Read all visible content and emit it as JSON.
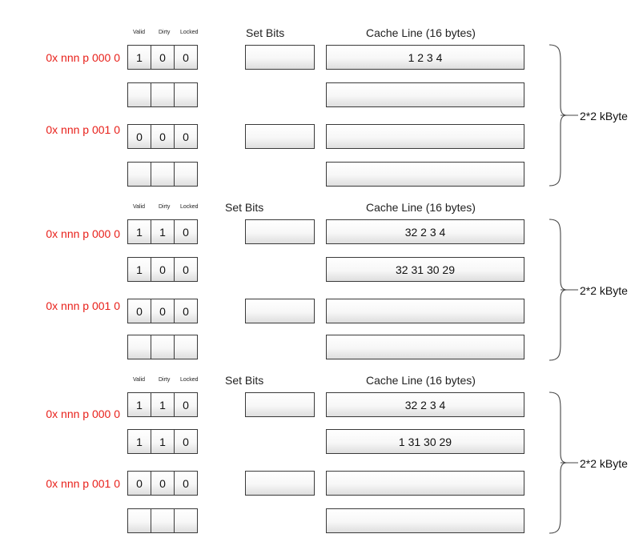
{
  "sections": [
    {
      "headers": {
        "valid": "Valid",
        "dirty": "Dirty",
        "locked": "Locked",
        "set_bits": "Set Bits",
        "cache_line": "Cache Line (16 bytes)"
      },
      "size_label": "2*2 kByte",
      "rows": [
        {
          "address": "0x nnn p 000 0",
          "bits": [
            "1",
            "0",
            "0"
          ],
          "set_bits": "",
          "cache_line": "1 2 3 4"
        },
        {
          "address": "",
          "bits": [
            "",
            "",
            ""
          ],
          "set_bits": null,
          "cache_line": ""
        },
        {
          "address": "0x nnn p 001 0",
          "bits": [
            "0",
            "0",
            "0"
          ],
          "set_bits": "",
          "cache_line": ""
        },
        {
          "address": "",
          "bits": [
            "",
            "",
            ""
          ],
          "set_bits": null,
          "cache_line": ""
        }
      ]
    },
    {
      "headers": {
        "valid": "Valid",
        "dirty": "Dirty",
        "locked": "Locked",
        "set_bits": "Set Bits",
        "cache_line": "Cache Line (16 bytes)"
      },
      "size_label": "2*2 kByte",
      "rows": [
        {
          "address": "0x nnn p 000 0",
          "bits": [
            "1",
            "1",
            "0"
          ],
          "set_bits": "",
          "cache_line": "32 2 3 4"
        },
        {
          "address": "",
          "bits": [
            "1",
            "0",
            "0"
          ],
          "set_bits": null,
          "cache_line": "32 31 30 29"
        },
        {
          "address": "0x nnn p 001 0",
          "bits": [
            "0",
            "0",
            "0"
          ],
          "set_bits": "",
          "cache_line": ""
        },
        {
          "address": "",
          "bits": [
            "",
            "",
            ""
          ],
          "set_bits": null,
          "cache_line": ""
        }
      ]
    },
    {
      "headers": {
        "valid": "Valid",
        "dirty": "Dirty",
        "locked": "Locked",
        "set_bits": "Set Bits",
        "cache_line": "Cache Line (16 bytes)"
      },
      "size_label": "2*2 kByte",
      "rows": [
        {
          "address": "0x nnn p 000 0",
          "bits": [
            "1",
            "1",
            "0"
          ],
          "set_bits": "",
          "cache_line": "32 2 3 4"
        },
        {
          "address": "",
          "bits": [
            "1",
            "1",
            "0"
          ],
          "set_bits": null,
          "cache_line": "1 31 30 29"
        },
        {
          "address": "0x nnn p 001 0",
          "bits": [
            "0",
            "0",
            "0"
          ],
          "set_bits": "",
          "cache_line": ""
        },
        {
          "address": "",
          "bits": [
            "",
            "",
            ""
          ],
          "set_bits": null,
          "cache_line": ""
        }
      ]
    }
  ]
}
